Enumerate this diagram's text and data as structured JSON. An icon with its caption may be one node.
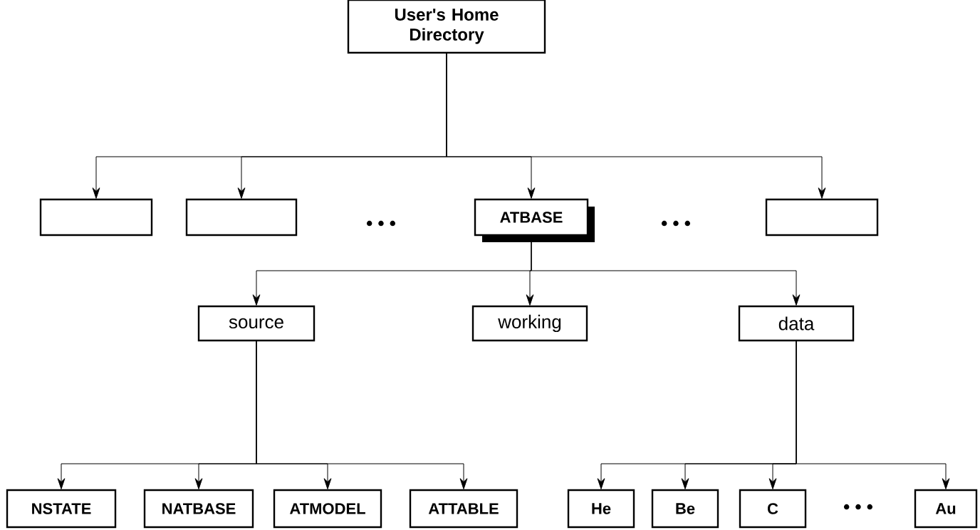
{
  "diagram": {
    "nodes": [
      {
        "text": [
          "User's Home Directory"
        ]
      },
      {
        "text": [],
        "shape": "box"
      },
      {
        "text": [],
        "shape": "box"
      },
      {
        "text": [
          "ATBASE"
        ]
      },
      {
        "text": [],
        "shape": "box"
      },
      {
        "text": [
          "source"
        ]
      },
      {
        "text": [
          "working"
        ]
      },
      {
        "text": [
          "data"
        ]
      },
      {
        "text": [
          "NSTATE"
        ]
      },
      {
        "text": [
          "NATBASE"
        ]
      },
      {
        "text": [
          "ATMODEL"
        ]
      },
      {
        "text": [
          "ATTABLE"
        ]
      },
      {
        "text": [
          "He"
        ]
      },
      {
        "text": [
          "Be"
        ]
      },
      {
        "text": [
          "C"
        ]
      },
      {
        "text": [
          "Au"
        ]
      }
    ],
    "edges": [
      {
        "from": 0,
        "to": 1,
        "arrow": "to"
      },
      {
        "from": 0,
        "to": 2,
        "arrow": "to"
      },
      {
        "from": 0,
        "to": 3,
        "arrow": "to"
      },
      {
        "from": 0,
        "to": 4,
        "arrow": "to"
      },
      {
        "from": 3,
        "to": 5,
        "arrow": "to"
      },
      {
        "from": 3,
        "to": 6,
        "arrow": "to"
      },
      {
        "from": 3,
        "to": 7,
        "arrow": "to"
      },
      {
        "from": 5,
        "to": 8,
        "arrow": "to"
      },
      {
        "from": 5,
        "to": 9,
        "arrow": "to"
      },
      {
        "from": 5,
        "to": 10,
        "arrow": "to"
      },
      {
        "from": 5,
        "to": 11,
        "arrow": "to"
      },
      {
        "from": 7,
        "to": 12,
        "arrow": "to"
      },
      {
        "from": 7,
        "to": 13,
        "arrow": "to"
      },
      {
        "from": 7,
        "to": 14,
        "arrow": "to"
      },
      {
        "from": 7,
        "to": 15,
        "arrow": "to"
      }
    ],
    "labels": [
      "• • •",
      "• • •",
      "• • •"
    ]
  }
}
